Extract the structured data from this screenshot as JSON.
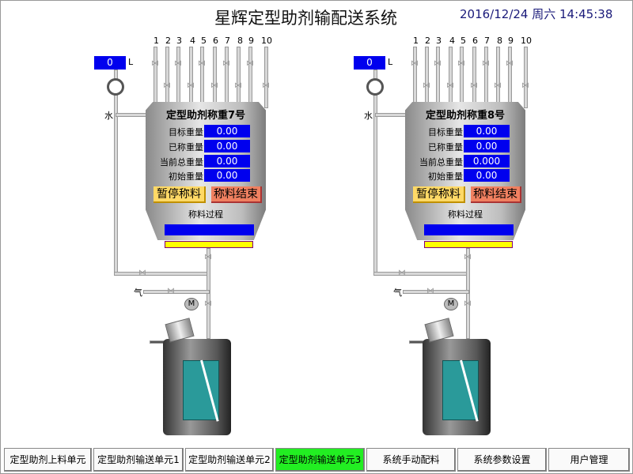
{
  "header": {
    "title": "星辉定型助剂输配送系统",
    "datetime": "2016/12/24 周六 14:45:38"
  },
  "units": [
    {
      "title": "定型助剂称重7号",
      "level": "0",
      "level_unit": "L",
      "inlets": [
        "1",
        "2",
        "3",
        "4",
        "5",
        "6",
        "7",
        "8",
        "9",
        "10"
      ],
      "water_label": "水",
      "gas_label": "气",
      "rows": [
        {
          "label": "目标重量",
          "value": "0.00"
        },
        {
          "label": "已称重量",
          "value": "0.00"
        },
        {
          "label": "当前总重量",
          "value": "0.00"
        },
        {
          "label": "初始重量",
          "value": "0.00"
        }
      ],
      "pause_button": "暂停称料",
      "end_button": "称料结束",
      "process_label": "称料过程",
      "motor_label": "M"
    },
    {
      "title": "定型助剂称重8号",
      "level": "0",
      "level_unit": "L",
      "inlets": [
        "1",
        "2",
        "3",
        "4",
        "5",
        "6",
        "7",
        "8",
        "9",
        "10"
      ],
      "water_label": "水",
      "gas_label": "气",
      "rows": [
        {
          "label": "目标重量",
          "value": "0.00"
        },
        {
          "label": "已称重量",
          "value": "0.00"
        },
        {
          "label": "当前总重量",
          "value": "0.000"
        },
        {
          "label": "初始重量",
          "value": "0.00"
        }
      ],
      "pause_button": "暂停称料",
      "end_button": "称料结束",
      "process_label": "称料过程",
      "motor_label": "M"
    }
  ],
  "nav": [
    {
      "label": "定型助剂上料单元"
    },
    {
      "label": "定型助剂输送单元1"
    },
    {
      "label": "定型助剂输送单元2"
    },
    {
      "label": "定型助剂输送单元3",
      "active": true
    },
    {
      "label": "系统手动配料"
    },
    {
      "label": "系统参数设置"
    },
    {
      "label": "用户管理"
    }
  ],
  "colors": {
    "active_nav": "#22ee22",
    "value_box": "#0000ee",
    "pause": "#ffd966",
    "end": "#f08060"
  }
}
